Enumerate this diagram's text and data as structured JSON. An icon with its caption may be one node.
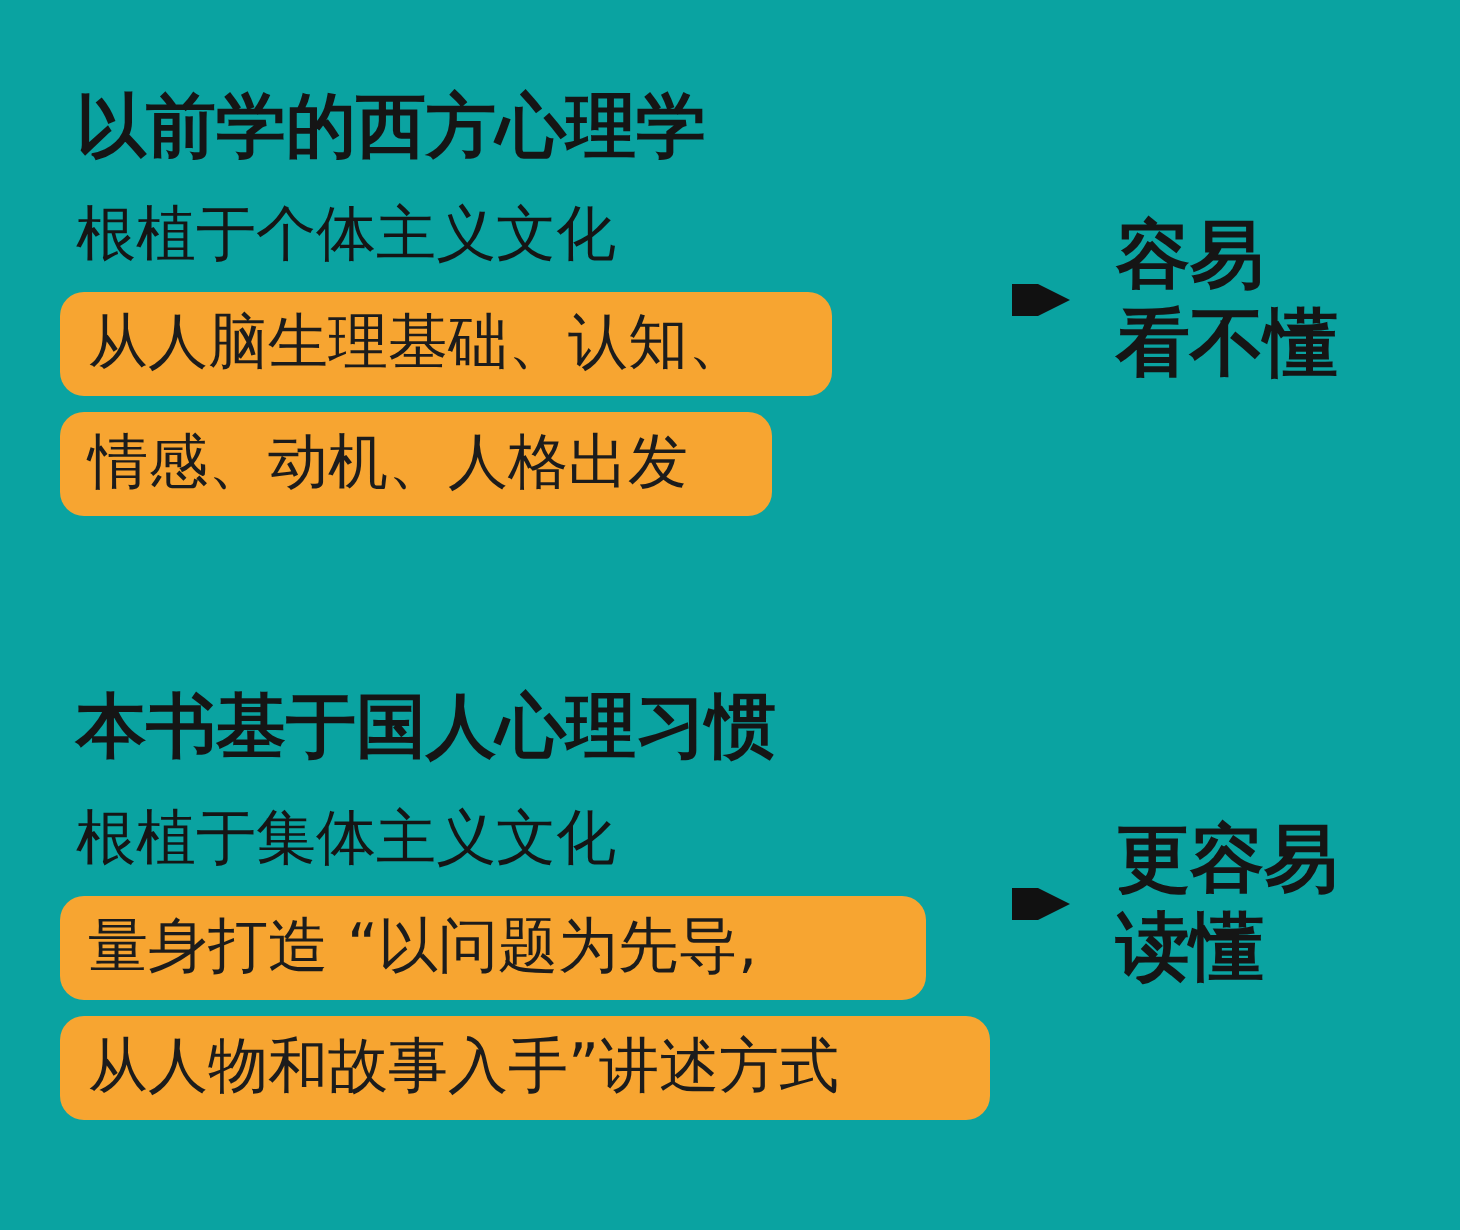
{
  "diagram": {
    "nodes": [
      {
        "text": [
          "从人脑生理基础、认知、"
        ]
      },
      {
        "text": [
          "情感、动机、人格出发"
        ]
      },
      {
        "text": [
          "容易",
          "看不懂"
        ]
      },
      {
        "text": [
          "量身打造 “以问题为先导,"
        ]
      },
      {
        "text": [
          "从人物和故事入手”讲述方式"
        ]
      },
      {
        "text": [
          "更容易",
          "读懂"
        ]
      }
    ],
    "edges": [
      {
        "from": null,
        "to": 2,
        "arrow": "to"
      },
      {
        "from": null,
        "to": 5,
        "arrow": "to"
      }
    ],
    "labels": [
      "以前学的西方心理学",
      "根植于个体主义文化",
      "本书基于国人心理习惯",
      "根植于集体主义文化"
    ]
  }
}
